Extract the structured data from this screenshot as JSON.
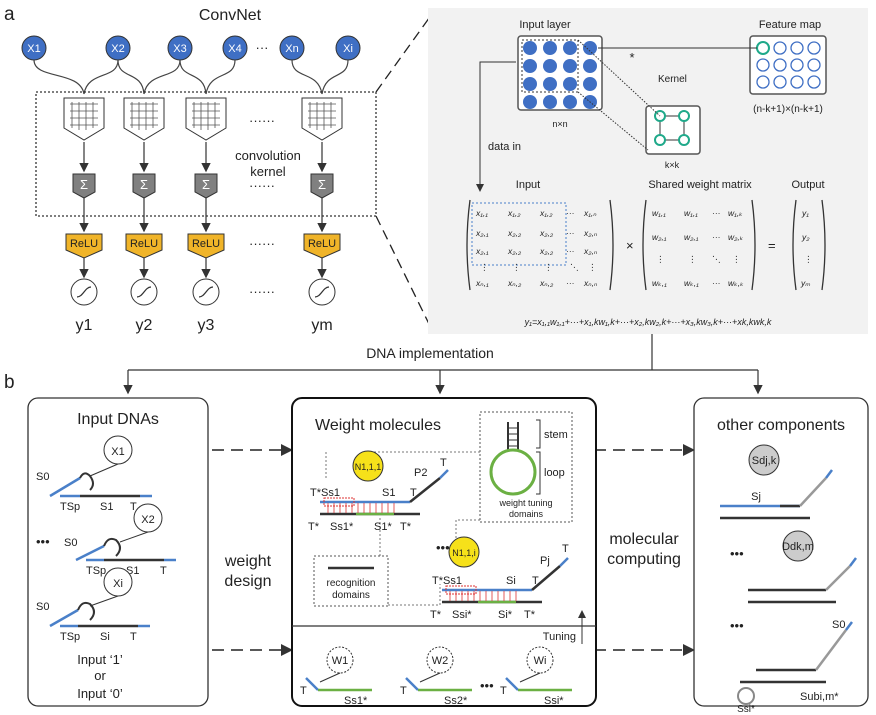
{
  "panel_labels": {
    "a": "a",
    "b": "b"
  },
  "convnet": {
    "title": "ConvNet",
    "inputs": [
      "X1",
      "X2",
      "X3",
      "X4",
      "···",
      "Xn",
      "Xi"
    ],
    "kernel_label_line1": "convolution",
    "kernel_label_line2": "kernel",
    "sum_symbol": "Σ",
    "activation": "ReLU",
    "dots": "······",
    "outputs": [
      "y1",
      "y2",
      "y3",
      "ym"
    ]
  },
  "conv_detail": {
    "input_layer": "Input layer",
    "feature_map": "Feature map",
    "kernel": "Kernel",
    "star": "*",
    "n_by_n": "n×n",
    "k_by_k": "k×k",
    "feature_size": "(n-k+1)×(n-k+1)",
    "data_in": "data in",
    "input_title": "Input",
    "shared_weight_title": "Shared weight matrix",
    "output_title": "Output",
    "times": "×",
    "equals": "=",
    "equation": "y₁=x₁,₁w₁,₁+···+x₁,kw₁,k+···+x₂,kw₂,k+···+x₃,kw₃,k+···+xk,kwk,k"
  },
  "dna_implementation": "DNA implementation",
  "input_dnas": {
    "title": "Input DNAs",
    "circles": [
      "X1",
      "X2",
      "Xi"
    ],
    "s0": "S0",
    "rows": [
      {
        "tsp": "TSp",
        "s": "S1",
        "t": "T"
      },
      {
        "tsp": "TSp",
        "s": "S1",
        "t": "T"
      },
      {
        "tsp": "TSp",
        "s": "Si",
        "t": "T"
      }
    ],
    "ellipsis": "•••",
    "input_one": "Input ‘1’",
    "or": "or",
    "input_zero": "Input ‘0’"
  },
  "weight_design": {
    "line1": "weight",
    "line2": "design"
  },
  "molecular_computing": {
    "line1": "molecular",
    "line2": "computing"
  },
  "weight_molecules": {
    "title": "Weight molecules",
    "stem": "stem",
    "loop": "loop",
    "tuning_domains_1": "weight tuning",
    "tuning_domains_2": "domains",
    "recognition_1": "recognition",
    "recognition_2": "domains",
    "n1": "N1,1,1",
    "ni": "N1,1,i",
    "labels_top": [
      "T*Ss1",
      "S1",
      "T",
      "P2",
      "T"
    ],
    "labels_bot": [
      "T*",
      "Ss1*",
      "S1*",
      "T*"
    ],
    "labels_top2": [
      "T*Ss1",
      "Si",
      "T",
      "Pj",
      "T"
    ],
    "labels_bot2": [
      "T*",
      "Ssi*",
      "Si*",
      "T*"
    ],
    "ellipsis": "•••",
    "tuning": "Tuning",
    "w_circles": [
      "W1",
      "W2",
      "Wi"
    ],
    "w_strands": [
      "Ss1*",
      "Ss2*",
      "Ssi*"
    ],
    "t": "T"
  },
  "other_components": {
    "title": "other components",
    "sd": "Sdj,k",
    "dd": "Ddk,m",
    "sub": "Subi,m*",
    "ssi": "Ssi*",
    "s0": "S0",
    "ellipsis": "•••"
  },
  "colors": {
    "input_node": "#3f6fc4",
    "relu": "#f0b429",
    "sum": "#808080",
    "yellow_node": "#f6e11a",
    "green": "#6bb043",
    "blue_strand": "#4a80c9",
    "panel_bg": "#f2f2f2",
    "teal": "#1fa98a"
  }
}
